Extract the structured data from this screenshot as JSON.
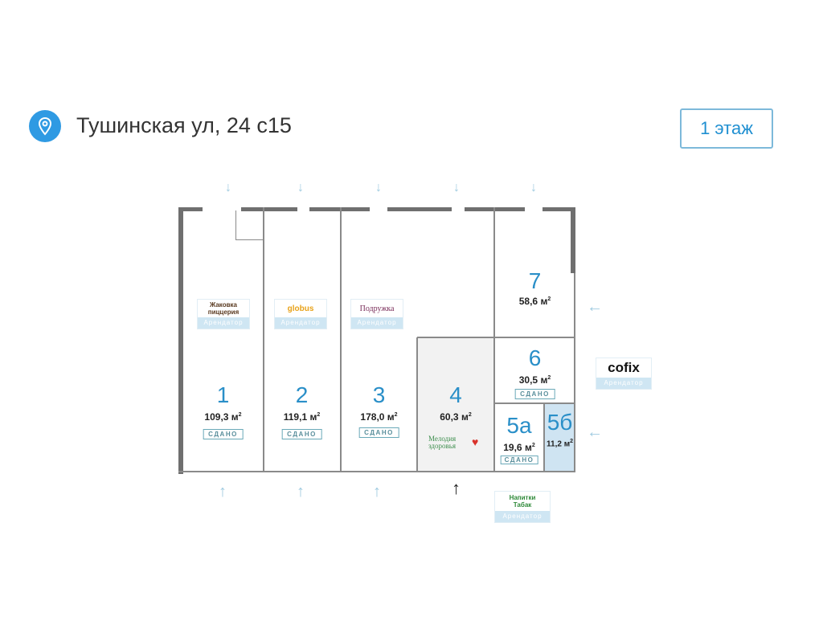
{
  "header": {
    "title": "Тушинская ул, 24 с15",
    "floor_button": "1 этаж",
    "icon": "map-pin-icon"
  },
  "rooms": [
    {
      "number": "1",
      "area": "109,3 м",
      "status": "СДАНО"
    },
    {
      "number": "2",
      "area": "119,1 м",
      "status": "СДАНО"
    },
    {
      "number": "3",
      "area": "178,0 м",
      "status": "СДАНО"
    },
    {
      "number": "4",
      "area": "60,3 м"
    },
    {
      "number": "5а",
      "area": "19,6 м",
      "status": "СДАНО"
    },
    {
      "number": "5б",
      "area": "11,2 м"
    },
    {
      "number": "6",
      "area": "30,5 м",
      "status": "СДАНО"
    },
    {
      "number": "7",
      "area": "58,6 м"
    }
  ],
  "tenants": [
    {
      "logo": "Жаковка пиццерия",
      "role": "Арендатор"
    },
    {
      "logo": "globus",
      "role": "Арендатор"
    },
    {
      "logo": "Подружка",
      "role": "Арендатор"
    },
    {
      "logo": "cofix",
      "role": "Арендатор"
    },
    {
      "logo": "Напитки Табак",
      "role": "Арендатор"
    },
    {
      "logo": "Мелодия здоровья"
    }
  ],
  "area_unit_sup": "2",
  "colors": {
    "accent": "#2f9ae3",
    "rented_room": "#cfe4f2",
    "room4": "#f2f2f2"
  }
}
